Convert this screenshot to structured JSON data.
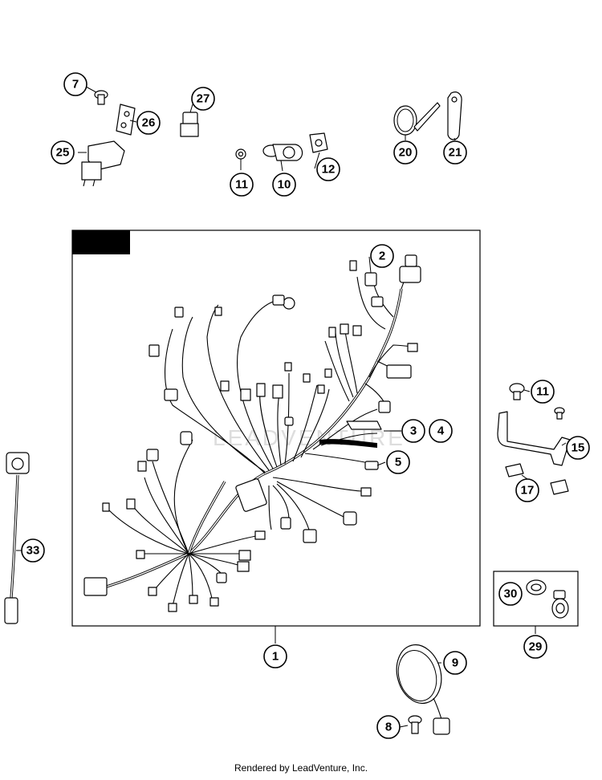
{
  "diagram": {
    "callouts": [
      {
        "label": "7"
      },
      {
        "label": "26"
      },
      {
        "label": "25"
      },
      {
        "label": "27"
      },
      {
        "label": "11"
      },
      {
        "label": "10"
      },
      {
        "label": "12"
      },
      {
        "label": "20"
      },
      {
        "label": "21"
      },
      {
        "label": "2"
      },
      {
        "label": "3"
      },
      {
        "label": "4"
      },
      {
        "label": "5"
      },
      {
        "label": "11"
      },
      {
        "label": "15"
      },
      {
        "label": "17"
      },
      {
        "label": "33"
      },
      {
        "label": "1"
      },
      {
        "label": "30"
      },
      {
        "label": "29"
      },
      {
        "label": "9"
      },
      {
        "label": "8"
      }
    ],
    "watermark": "LEADVENTURE"
  },
  "footer": {
    "text": "Rendered by LeadVenture, Inc."
  }
}
